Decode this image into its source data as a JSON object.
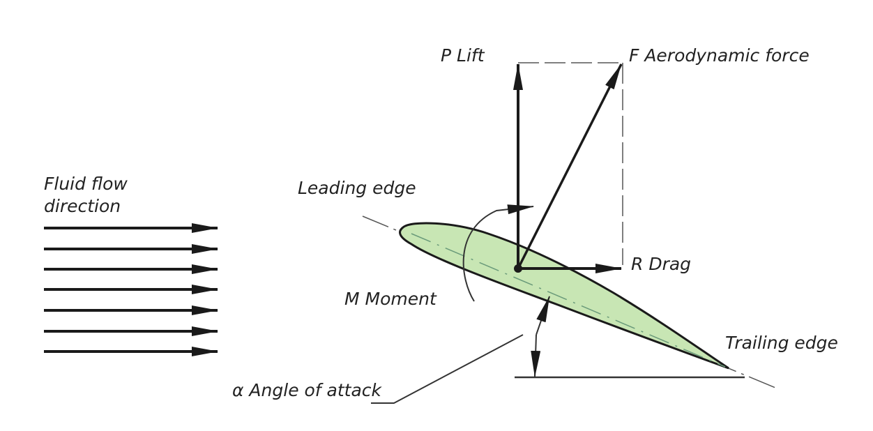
{
  "labels": {
    "lift": "P Lift",
    "force": "F  Aerodynamic force",
    "drag": "R  Drag",
    "leading_edge": "Leading edge",
    "trailing_edge": "Trailing edge",
    "moment": "M  Moment",
    "angle": "α  Angle of attack",
    "flow_line1": "Fluid flow",
    "flow_line2": "direction"
  },
  "colors": {
    "airfoil_fill": "#c8e6b4",
    "ink": "#1a1a1a"
  }
}
